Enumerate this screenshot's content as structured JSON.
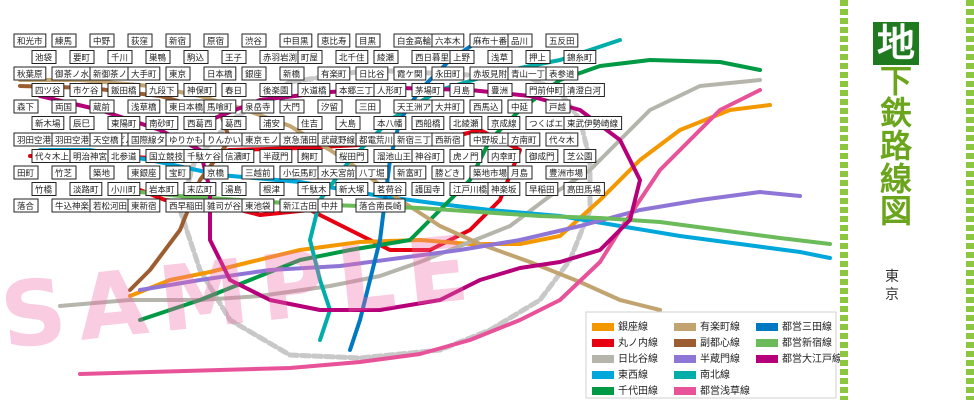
{
  "sidebar": {
    "title_chars": [
      "地",
      "下",
      "鉄",
      "路",
      "線",
      "図"
    ],
    "city_chars": [
      "東",
      "京"
    ]
  },
  "watermark": "SAMPLE",
  "legend": [
    {
      "name": "銀座線",
      "color": "#f39800"
    },
    {
      "name": "丸ノ内線",
      "color": "#e60012"
    },
    {
      "name": "日比谷線",
      "color": "#b5b5ac"
    },
    {
      "name": "東西線",
      "color": "#00a7db"
    },
    {
      "name": "千代田線",
      "color": "#009944"
    },
    {
      "name": "有楽町線",
      "color": "#c1a470"
    },
    {
      "name": "副都心線",
      "color": "#9c5e31"
    },
    {
      "name": "半蔵門線",
      "color": "#8f76d6"
    },
    {
      "name": "南北線",
      "color": "#00ada9"
    },
    {
      "name": "都営浅草線",
      "color": "#e85298"
    },
    {
      "name": "都営三田線",
      "color": "#0079c2"
    },
    {
      "name": "都営新宿線",
      "color": "#6cbb5a"
    },
    {
      "name": "都営大江戸線",
      "color": "#b6007a"
    }
  ],
  "stations": [
    "和光市",
    "練馬",
    "中野",
    "荻窪",
    "新宿",
    "原宿",
    "渋谷",
    "中目黒",
    "恵比寿",
    "目黒",
    "白金高輪",
    "六本木",
    "麻布十番",
    "品川",
    "五反田",
    "池袋",
    "要町",
    "千川",
    "巣鴨",
    "駒込",
    "王子",
    "赤羽岩渕",
    "町屋",
    "北千住",
    "綾瀬",
    "西日暮里",
    "上野",
    "浅草",
    "押上",
    "錦糸町",
    "秋葉原",
    "御茶ノ水",
    "新御茶ノ水",
    "大手町",
    "東京",
    "日本橋",
    "銀座",
    "新橋",
    "有楽町",
    "日比谷",
    "霞ケ関",
    "永田町",
    "赤坂見附",
    "青山一丁目",
    "表参道",
    "四ツ谷",
    "市ケ谷",
    "飯田橋",
    "九段下",
    "神保町",
    "春日",
    "後楽園",
    "水道橋",
    "本郷三丁目",
    "人形町",
    "茅場町",
    "月島",
    "豊洲",
    "門前仲町",
    "清澄白河",
    "森下",
    "両国",
    "蔵前",
    "浅草橋",
    "東日本橋",
    "馬喰町",
    "泉岳寺",
    "大門",
    "汐留",
    "三田",
    "天王洲アイル",
    "大井町",
    "西馬込",
    "中延",
    "戸越",
    "新木場",
    "辰巳",
    "東陽町",
    "南砂町",
    "西葛西",
    "葛西",
    "浦安",
    "住吉",
    "大島",
    "本八幡",
    "西船橋",
    "北綾瀬",
    "京成線",
    "つくばエクスプレス",
    "東武伊勢崎線",
    "羽田空港",
    "羽田空港第1・2ビル",
    "天空橋",
    "国際線ターミナル",
    "ゆりかもめ",
    "りんかい線",
    "東京モノレール",
    "京急蒲田",
    "武蔵野線",
    "都電荒川線",
    "新宿三丁目",
    "西新宿",
    "中野坂上",
    "方南町",
    "代々木",
    "代々木上原",
    "明治神宮前",
    "北参道",
    "国立競技場",
    "千駄ケ谷",
    "信濃町",
    "半蔵門",
    "麹町",
    "桜田門",
    "溜池山王",
    "神谷町",
    "虎ノ門",
    "内幸町",
    "御成門",
    "芝公園",
    "田町",
    "竹芝",
    "築地",
    "東銀座",
    "宝町",
    "京橋",
    "三越前",
    "小伝馬町",
    "水天宮前",
    "八丁堀",
    "新富町",
    "勝どき",
    "築地市場",
    "月島",
    "豊洲市場",
    "竹橋",
    "淡路町",
    "小川町",
    "岩本町",
    "末広町",
    "湯島",
    "根津",
    "千駄木",
    "新大塚",
    "茗荷谷",
    "護国寺",
    "江戸川橋",
    "神楽坂",
    "早稲田",
    "高田馬場",
    "落合",
    "牛込神楽坂",
    "若松河田",
    "東新宿",
    "西早稲田",
    "雑司が谷",
    "東池袋",
    "新江古田",
    "中井",
    "落合南長崎"
  ]
}
